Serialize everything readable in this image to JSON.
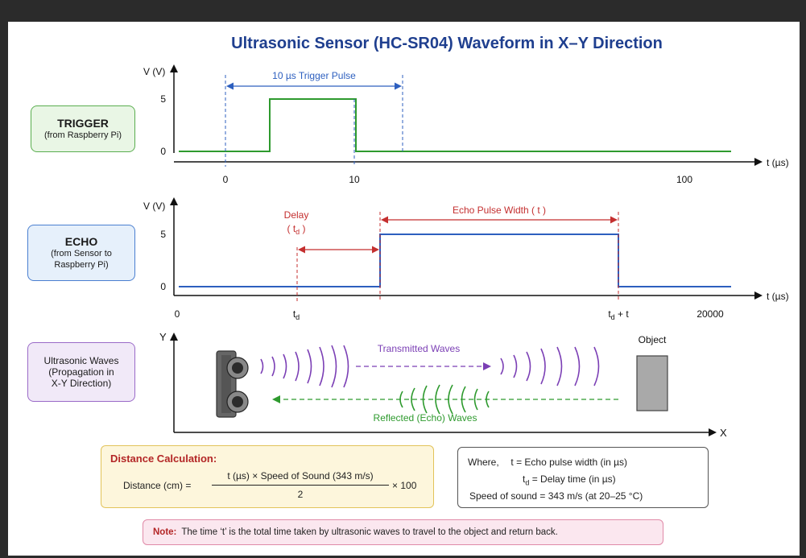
{
  "title": "Ultrasonic Sensor (HC-SR04) Waveform in X–Y Direction",
  "labels": {
    "trigger": {
      "title": "TRIGGER",
      "subtitle": "(from Raspberry Pi)"
    },
    "echo": {
      "title": "ECHO",
      "line1": "(from Sensor to",
      "line2": "Raspberry Pi)"
    },
    "waves": {
      "line1": "Ultrasonic Waves",
      "line2": "(Propagation in",
      "line3": "X-Y Direction)"
    }
  },
  "trigger_plot": {
    "y_axis_label": "V (V)",
    "x_axis_label": "t (µs)",
    "y_ticks": [
      "5",
      "0"
    ],
    "x_ticks": [
      "0",
      "10",
      "100"
    ],
    "annotation": "10 µs Trigger Pulse"
  },
  "echo_plot": {
    "y_axis_label": "V (V)",
    "x_axis_label": "t (µs)",
    "y_ticks": [
      "5",
      "0"
    ],
    "x_tick_0": "0",
    "x_tick_td": "t",
    "x_tick_td_sub": "d",
    "x_tick_tdt_main": "t",
    "x_tick_tdt_sub": "d",
    "x_tick_tdt_suffix": " + t",
    "x_tick_end": "20000",
    "delay_label_1": "Delay",
    "delay_label_2_pre": "( t",
    "delay_label_2_sub": "d",
    "delay_label_2_post": " )",
    "pulse_width_label": "Echo Pulse Width ( t )"
  },
  "waves_plot": {
    "y_axis_label": "Y",
    "x_axis_label": "X",
    "transmitted_label": "Transmitted Waves",
    "reflected_label": "Reflected (Echo) Waves",
    "object_label": "Object"
  },
  "distance": {
    "heading": "Distance Calculation:",
    "lhs": "Distance (cm) =",
    "numerator": "t (µs) × Speed of Sound (343 m/s)",
    "denominator": "2",
    "multiplier": "× 100"
  },
  "where": {
    "prefix": "Where,",
    "t_sym": "t",
    "t_def": "=  Echo pulse width (in µs)",
    "td_sym": "t",
    "td_sub": "d",
    "td_def": "=  Delay time (in µs)",
    "speed": "Speed of sound = 343 m/s (at 20–25 °C)"
  },
  "note": {
    "label": "Note:",
    "text": "The time ‘t’ is the total time taken by ultrasonic waves to travel to the object and return back."
  },
  "colors": {
    "trigger": "#2e9a2e",
    "echo": "#2d5fbf",
    "delay": "#c42f2f",
    "transmitted": "#7b3fb5",
    "reflected": "#2e9a2e",
    "title": "#1f3f8f"
  }
}
